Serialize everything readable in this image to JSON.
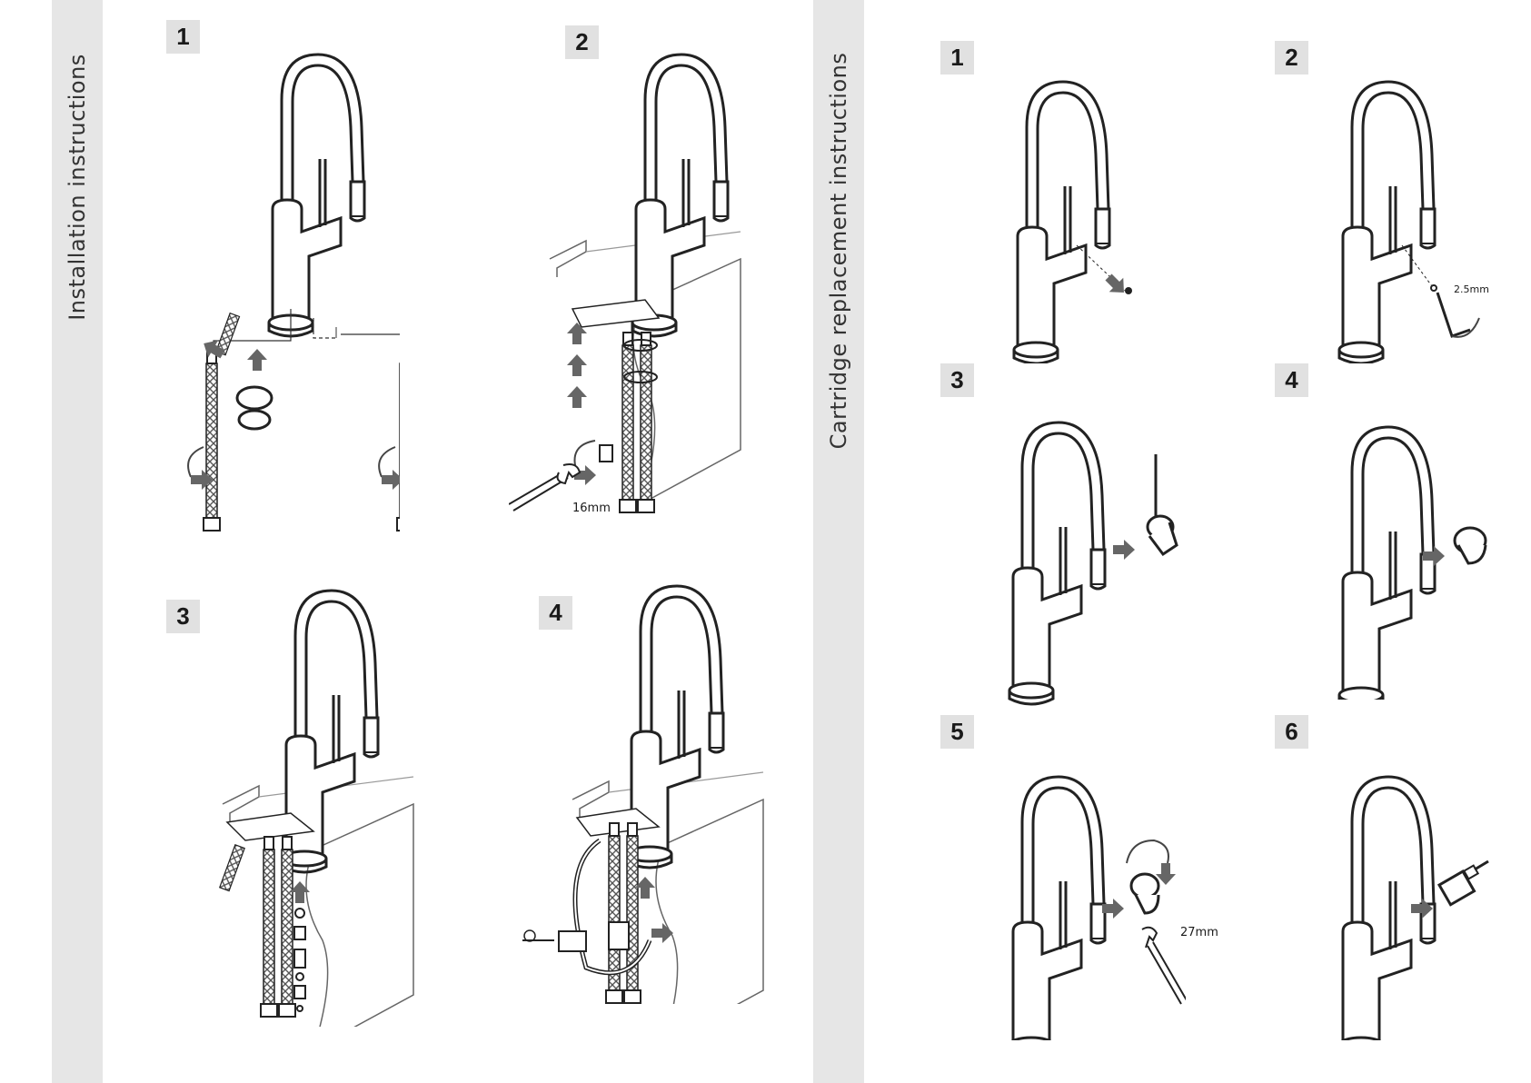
{
  "left_section": {
    "title": "Installation instructions",
    "steps": [
      "1",
      "2",
      "3",
      "4"
    ],
    "wrench_label": "16mm"
  },
  "right_section": {
    "title": "Cartridge replacement instructions",
    "steps": [
      "1",
      "2",
      "3",
      "4",
      "5",
      "6"
    ],
    "allen_key_label": "2.5mm",
    "wrench_label": "27mm"
  }
}
